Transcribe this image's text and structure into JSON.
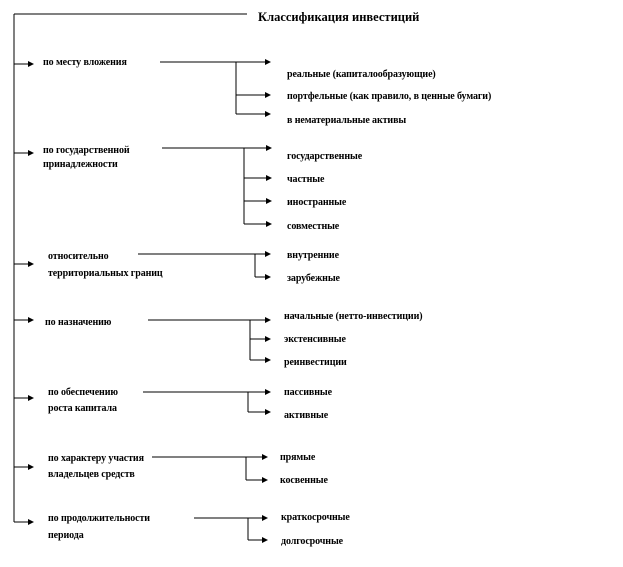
{
  "title": "Классификация инвестиций",
  "groups": [
    {
      "label": [
        "по месту вложения"
      ],
      "items": [
        "реальные (капиталообразующие)",
        "портфельные (как правило, в ценные бумаги)",
        "в нематериальные активы"
      ]
    },
    {
      "label": [
        "по государственной",
        "принадлежности"
      ],
      "items": [
        "государственные",
        "частные",
        "иностранные",
        "совместные"
      ]
    },
    {
      "label": [
        "относительно",
        "территориальных границ"
      ],
      "items": [
        "внутренние",
        "зарубежные"
      ]
    },
    {
      "label": [
        "по назначению"
      ],
      "items": [
        "начальные (нетто-инвестиции)",
        "экстенсивные",
        "реинвестиции"
      ]
    },
    {
      "label": [
        "по обеспечению",
        "роста капитала"
      ],
      "items": [
        "пассивные",
        "активные"
      ]
    },
    {
      "label": [
        "по характеру участия",
        "владельцев средств"
      ],
      "items": [
        "прямые",
        "косвенные"
      ]
    },
    {
      "label": [
        "по продолжительности",
        "периода"
      ],
      "items": [
        "краткосрочные",
        "долгосрочные"
      ]
    }
  ]
}
